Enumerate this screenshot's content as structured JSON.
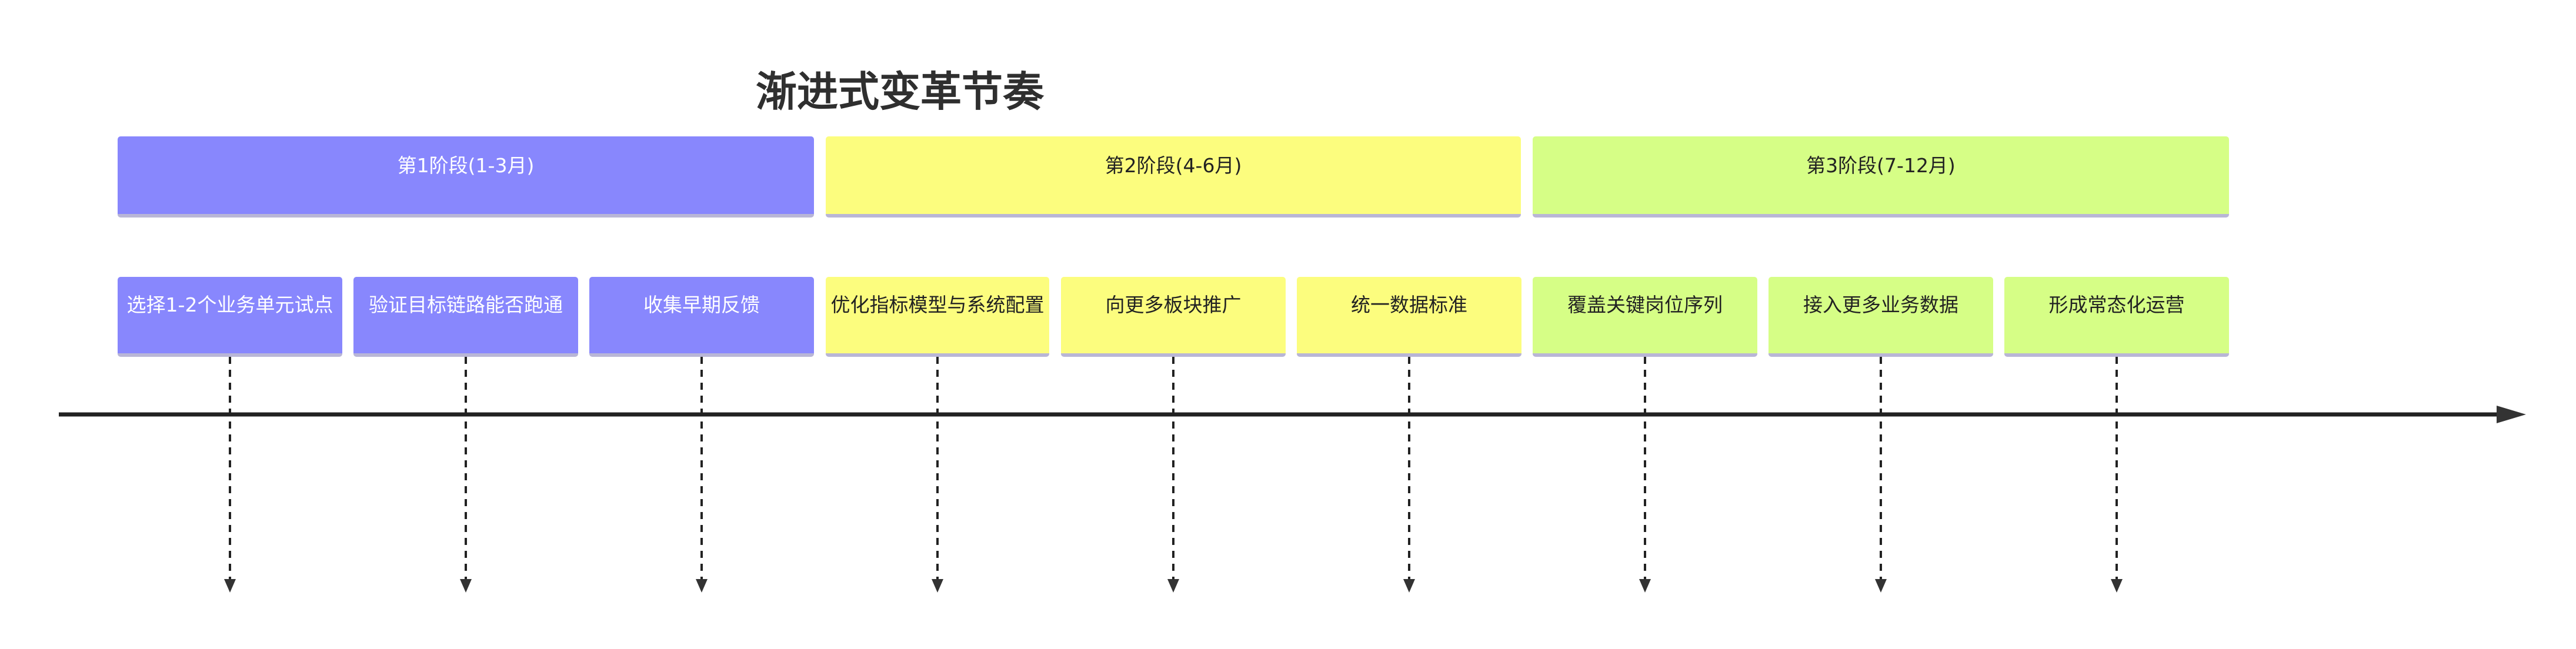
{
  "title": "渐进式变革节奏",
  "phases": [
    {
      "label": "第1阶段(1-3月)",
      "color": "#8887fd"
    },
    {
      "label": "第2阶段(4-6月)",
      "color": "#fcfd7e"
    },
    {
      "label": "第3阶段(7-12月)",
      "color": "#d6fe86"
    }
  ],
  "tasks": [
    {
      "label": "选择1-2个业务单元试点",
      "phase": 1
    },
    {
      "label": "验证目标链路能否跑通",
      "phase": 1
    },
    {
      "label": "收集早期反馈",
      "phase": 1
    },
    {
      "label": "优化指标模型与系统配置",
      "phase": 2
    },
    {
      "label": "向更多板块推广",
      "phase": 2
    },
    {
      "label": "统一数据标准",
      "phase": 2
    },
    {
      "label": "覆盖关键岗位序列",
      "phase": 3
    },
    {
      "label": "接入更多业务数据",
      "phase": 3
    },
    {
      "label": "形成常态化运营",
      "phase": 3
    }
  ]
}
